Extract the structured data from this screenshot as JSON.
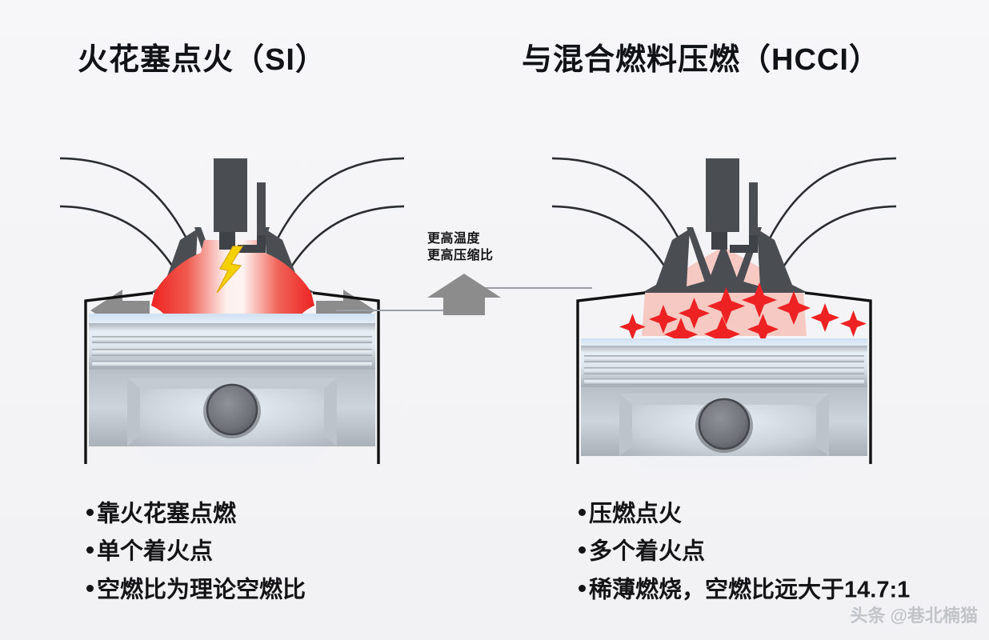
{
  "page": {
    "background_color": "#f4f4f6",
    "watermark": "头条 @巷北楠猫"
  },
  "left_panel": {
    "title": "火花塞点火（SI）",
    "diagram": {
      "name": "si-engine-cylinder",
      "combustion_label": "single flame front",
      "flame_color": "#ee2222",
      "spark_color": "#f5d100",
      "spark_icon": "lightning-bolt-icon",
      "arrow_color": "#8c8c8c",
      "arrows": [
        "flame-spread-arrow-left",
        "flame-spread-arrow-right"
      ]
    },
    "bullets": [
      "靠火花塞点燃",
      "单个着火点",
      "空燃比为理论空燃比"
    ]
  },
  "right_panel": {
    "title": "与混合燃料压燃（HCCI）",
    "diagram": {
      "name": "hcci-engine-cylinder",
      "combustion_label": "multiple ignition points",
      "ignition_color": "#ee2222",
      "charge_color": "#f6c9c3",
      "ignition_icon": "four-point-star-icon",
      "ignition_point_count": 11
    },
    "bullets": [
      "压燃点火",
      "多个着火点",
      "稀薄燃烧，空燃比远大于14.7:1"
    ]
  },
  "center_annotation": {
    "line1": "更高温度",
    "line2": "更高压缩比",
    "arrow_icon": "up-arrow-icon",
    "arrow_color": "#8c8c8c"
  },
  "colors": {
    "text": "#141417",
    "metal_light": "#e9edf3",
    "metal_mid": "#b7bcc3",
    "metal_dark": "#8d939b",
    "valve_gray": "#4a4d52",
    "outline": "#111111"
  }
}
